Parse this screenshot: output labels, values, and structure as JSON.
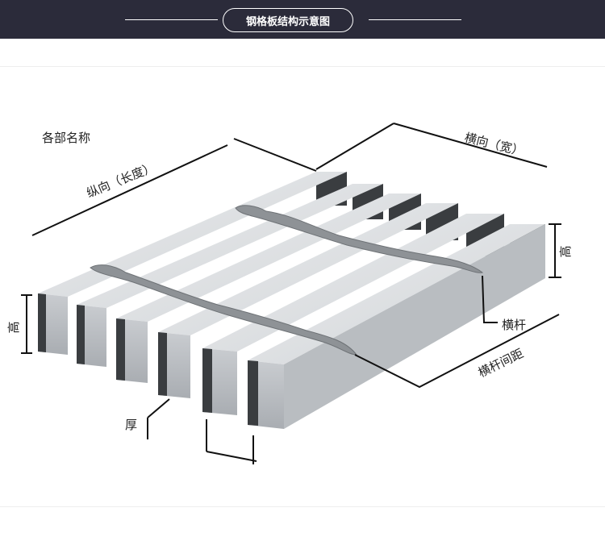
{
  "header": {
    "title": "钢格板结构示意图"
  },
  "diagram": {
    "section_title": "各部名称",
    "label_length": "纵向（长度）",
    "label_width": "横向（宽）",
    "label_height_left": "高",
    "label_height_right": "高",
    "label_thickness": "厚",
    "label_crossbar": "横杆",
    "label_crossbar_spacing": "横杆间距"
  },
  "colors": {
    "header_bg": "#2b2b3a",
    "bar_top": "#e4e6e8",
    "bar_side": "#bfc2c5",
    "bar_end": "#3a3d40"
  }
}
